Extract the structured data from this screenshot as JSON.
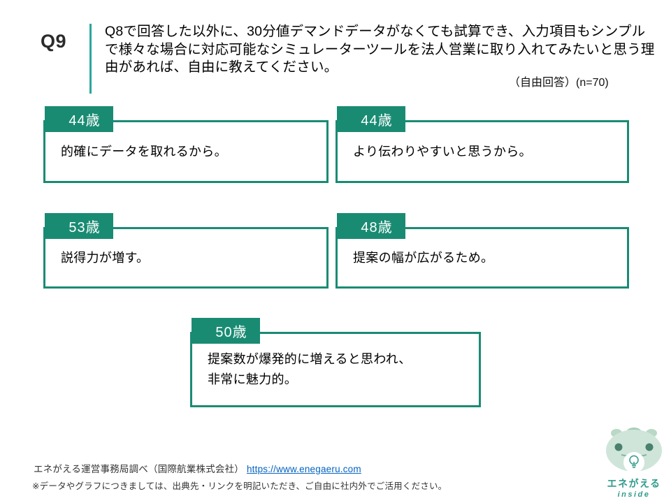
{
  "header": {
    "question_label": "Q9",
    "question_text": "Q8で回答した以外に、30分値デマンドデータがなくても試算でき、入力項目もシンプルで様々な場合に対応可能なシミュレーターツールを法人営業に取り入れてみたいと思う理由があれば、自由に教えてください。",
    "response_note": "（自由回答）(n=70)"
  },
  "cards": [
    {
      "age": "44歳",
      "quote": "的確にデータを取れるから。"
    },
    {
      "age": "44歳",
      "quote": "より伝わりやすいと思うから。"
    },
    {
      "age": "53歳",
      "quote": "説得力が増す。"
    },
    {
      "age": "48歳",
      "quote": "提案の幅が広がるため。"
    },
    {
      "age": "50歳",
      "quote": "提案数が爆発的に増えると思われ、\n非常に魅力的。"
    }
  ],
  "footer": {
    "source_text": "エネがえる運営事務局調べ（国際航業株式会社）",
    "source_link": "https://www.enegaeru.com",
    "disclaimer": "※データやグラフにつきましては、出典先・リンクを明記いただき、ご自由に社内外でご活用ください。"
  },
  "logo": {
    "brand": "エネがえる",
    "subtitle": "inside"
  },
  "colors": {
    "teal": "#1a8b73",
    "divider_teal": "#2aa79b",
    "link_blue": "#0563c1",
    "logo_green": "#cfe5d9"
  }
}
